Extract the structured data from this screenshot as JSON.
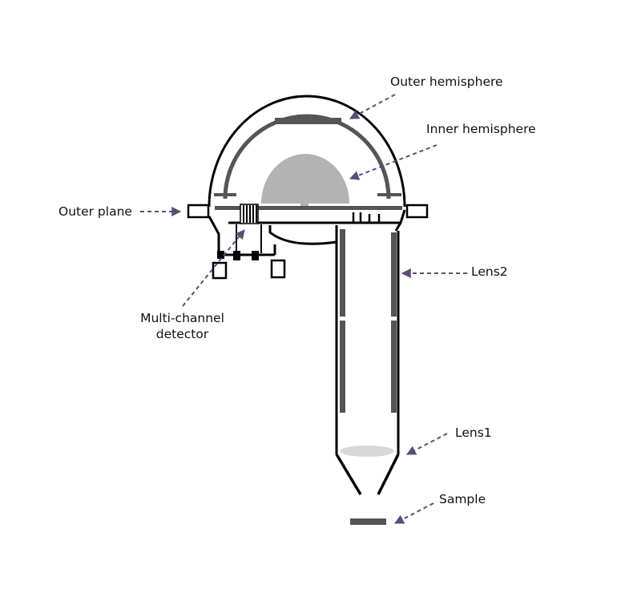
{
  "labels": {
    "outer_hemisphere": "Outer hemisphere",
    "inner_hemisphere": "Inner hemisphere",
    "outer_plane": "Outer plane",
    "lens2": "Lens2",
    "multichannel_line1": "Multi-channel",
    "multichannel_line2": "detector",
    "lens1": "Lens1",
    "sample": "Sample"
  },
  "colors": {
    "outline": "#000000",
    "electrode": "#555555",
    "inner_hemisphere_fill": "#b3b3b3",
    "lens_disk": "#d9d9d9",
    "arrow": "#5e4b7a"
  }
}
